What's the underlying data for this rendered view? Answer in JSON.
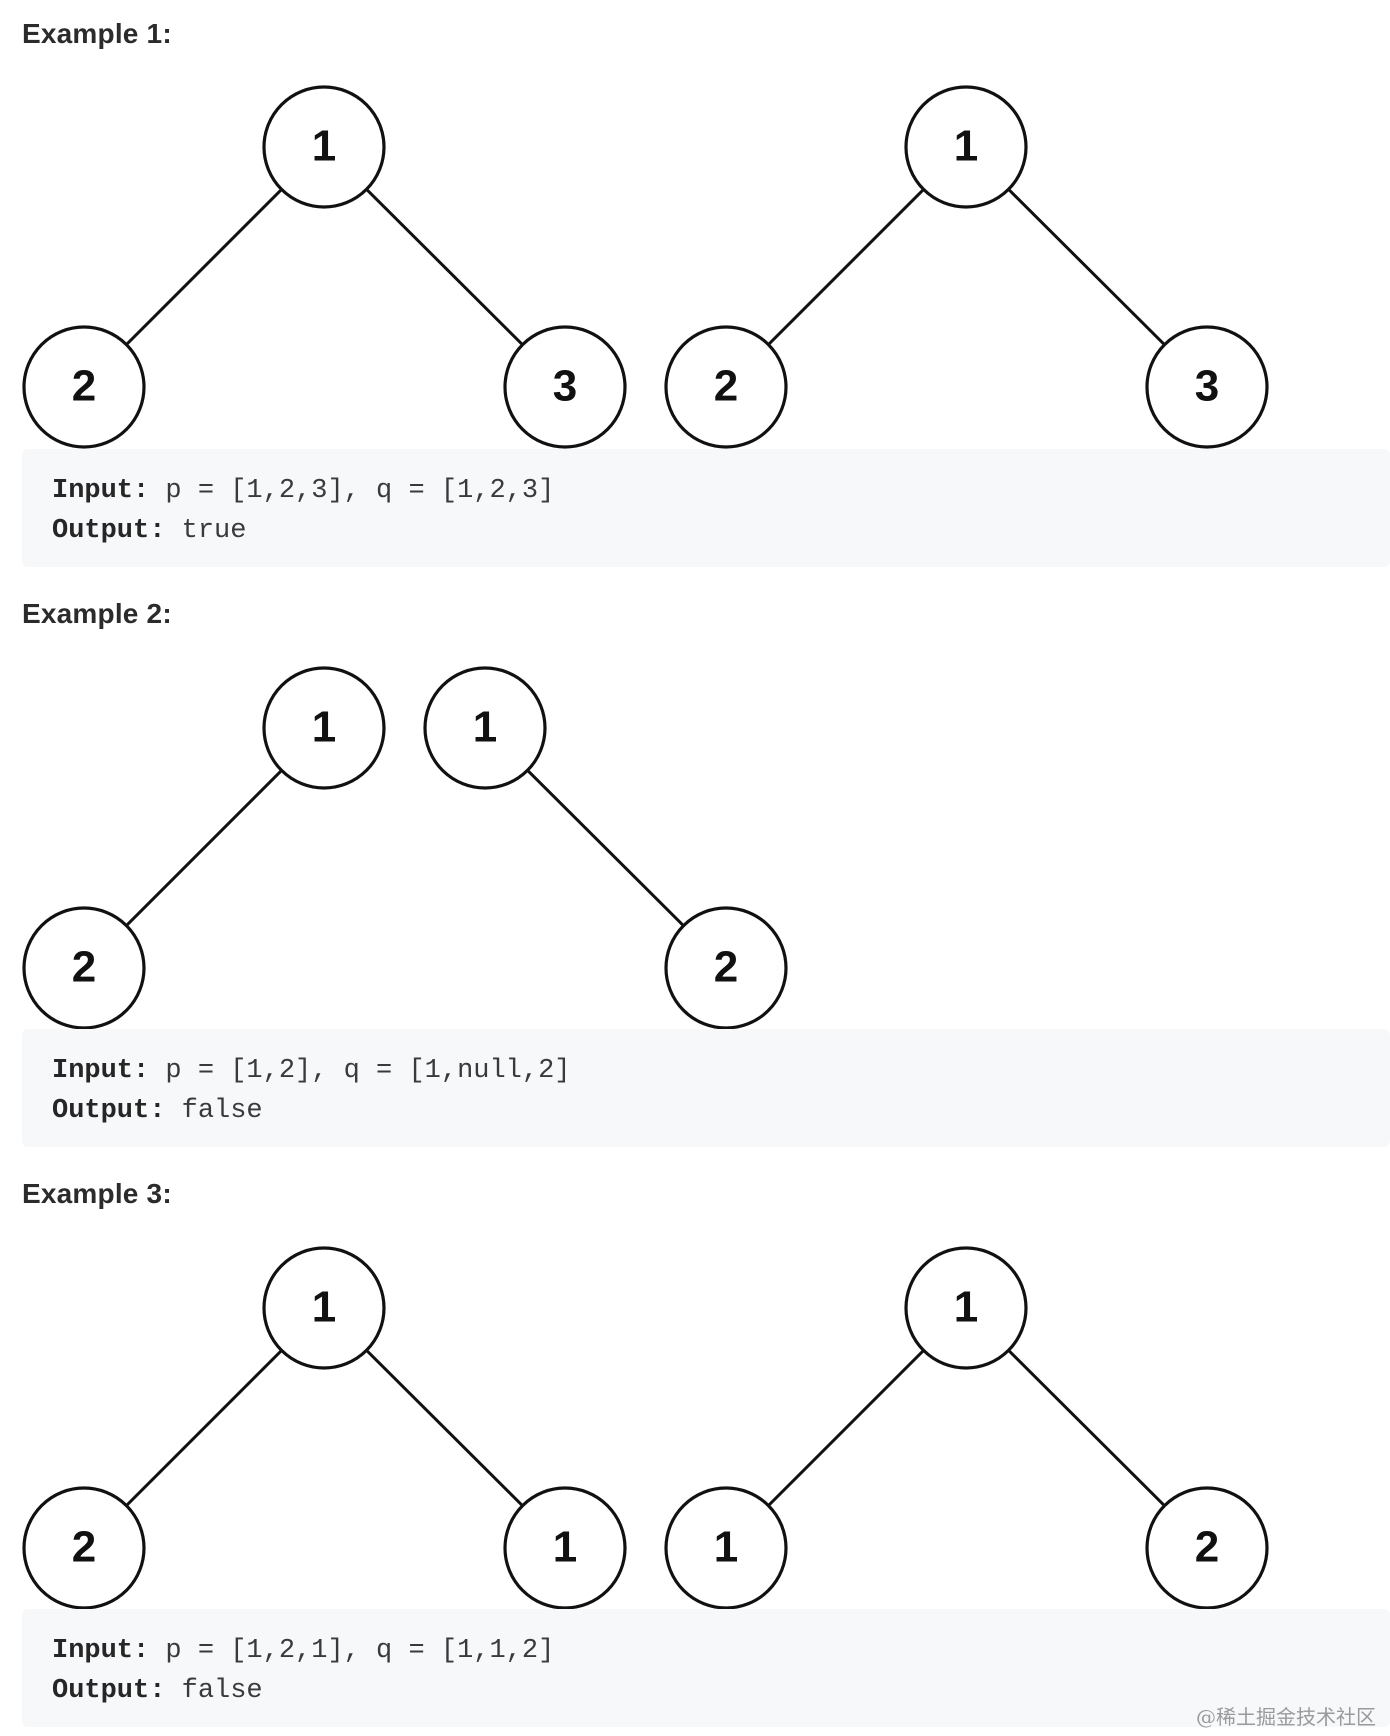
{
  "examples": [
    {
      "heading": "Example 1:",
      "input_label": "Input:",
      "input_value": " p = [1,2,3], q = [1,2,3]",
      "output_label": "Output:",
      "output_value": " true",
      "trees": [
        {
          "root": "1",
          "left": "2",
          "right": "3"
        },
        {
          "root": "1",
          "left": "2",
          "right": "3"
        }
      ]
    },
    {
      "heading": "Example 2:",
      "input_label": "Input:",
      "input_value": " p = [1,2], q = [1,null,2]",
      "output_label": "Output:",
      "output_value": " false",
      "trees": [
        {
          "root": "1",
          "left": "2",
          "right": null
        },
        {
          "root": "1",
          "left": null,
          "right": "2"
        }
      ]
    },
    {
      "heading": "Example 3:",
      "input_label": "Input:",
      "input_value": " p = [1,2,1], q = [1,1,2]",
      "output_label": "Output:",
      "output_value": " false",
      "trees": [
        {
          "root": "1",
          "left": "2",
          "right": "1"
        },
        {
          "root": "1",
          "left": "1",
          "right": "2"
        }
      ]
    }
  ],
  "watermark": "@稀土掘金技术社区"
}
